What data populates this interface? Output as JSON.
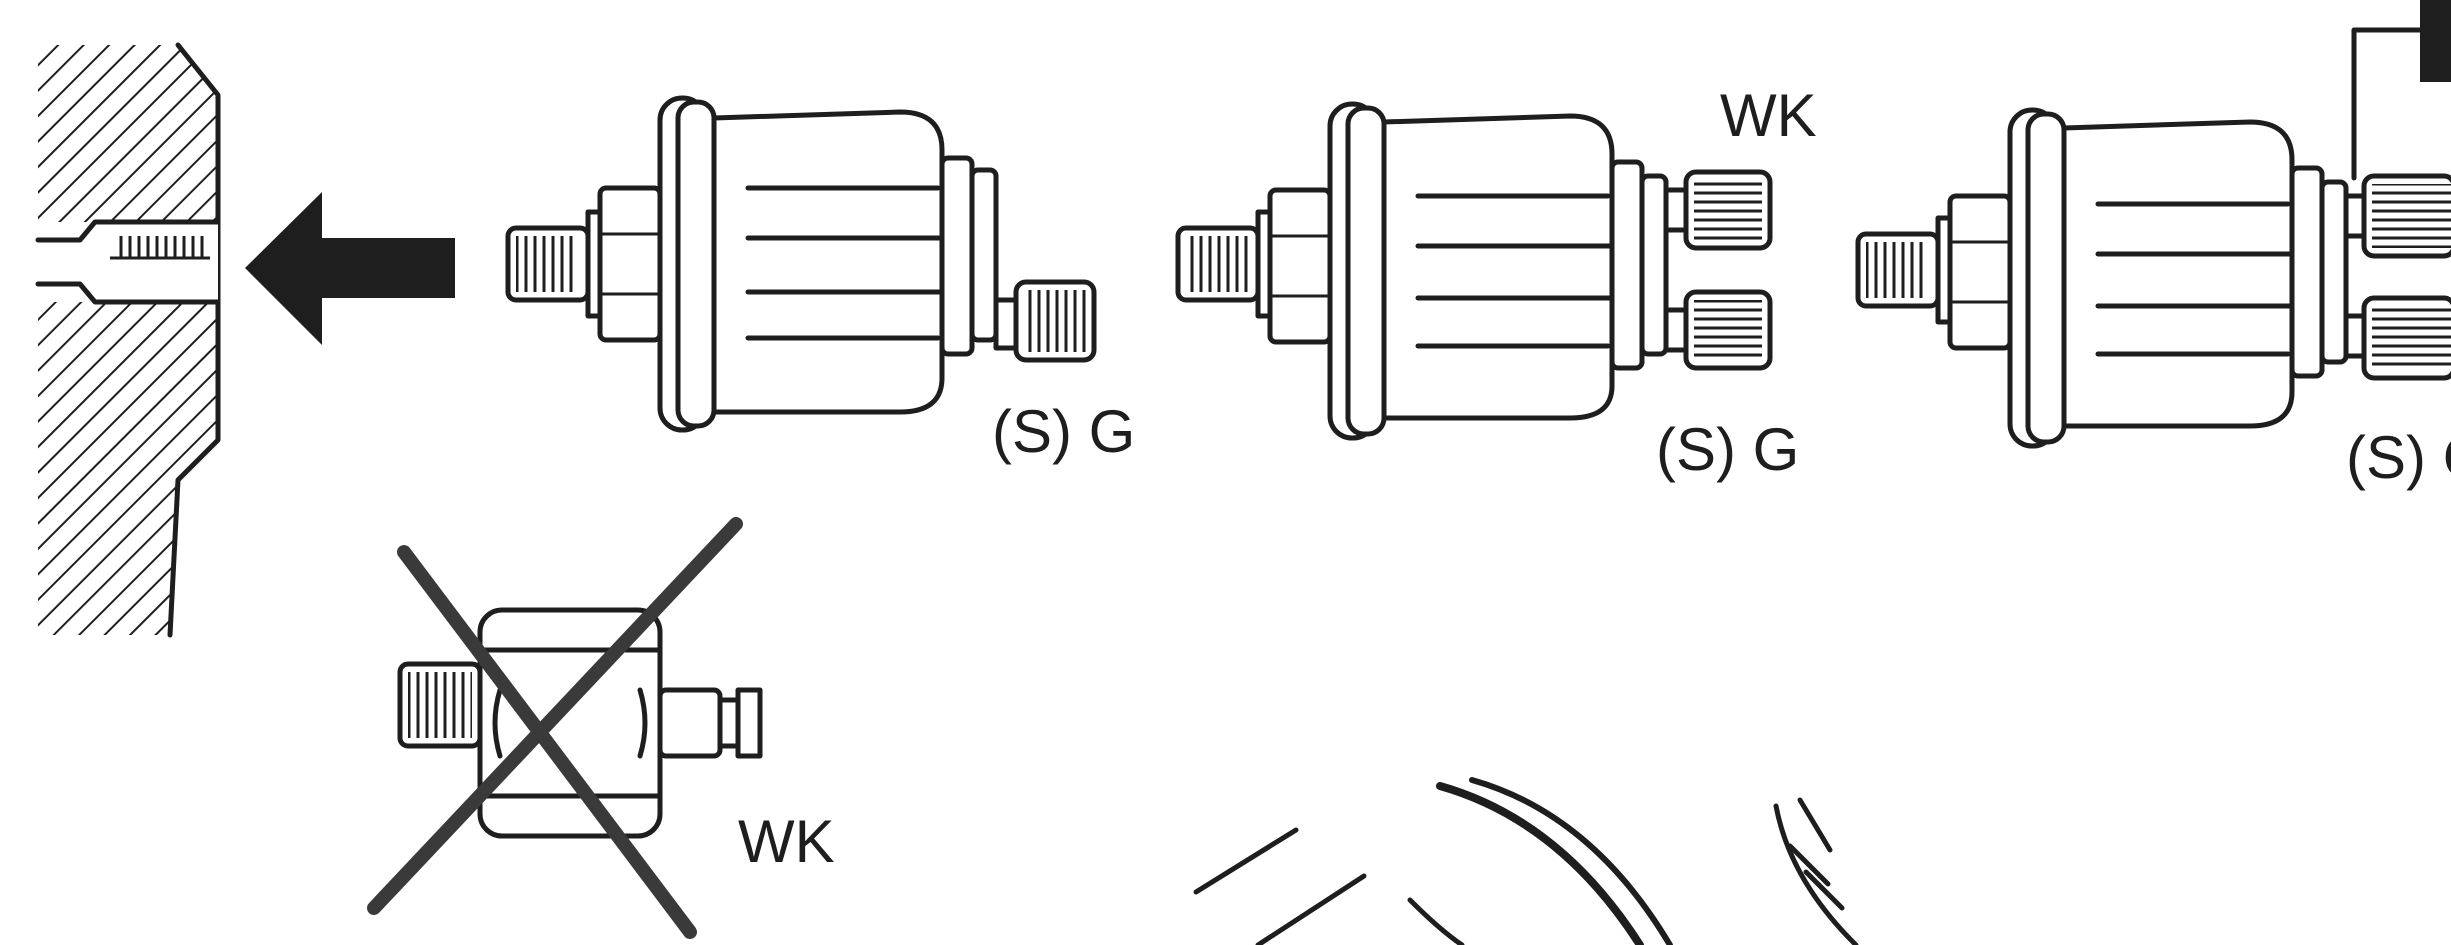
{
  "labels": {
    "sensor1_terminal": "(S) G",
    "sensor2_top_terminal": "WK",
    "sensor2_bottom_terminal": "(S) G",
    "sensor3_bottom_terminal": "(S) G",
    "crossed_sensor_terminal": "WK"
  },
  "icons": {
    "insertion_arrow": "arrow-left-icon",
    "wrong_mounting": "cross-out-icon"
  },
  "colors": {
    "ink": "#1e1e1e",
    "paper": "#ffffff"
  }
}
